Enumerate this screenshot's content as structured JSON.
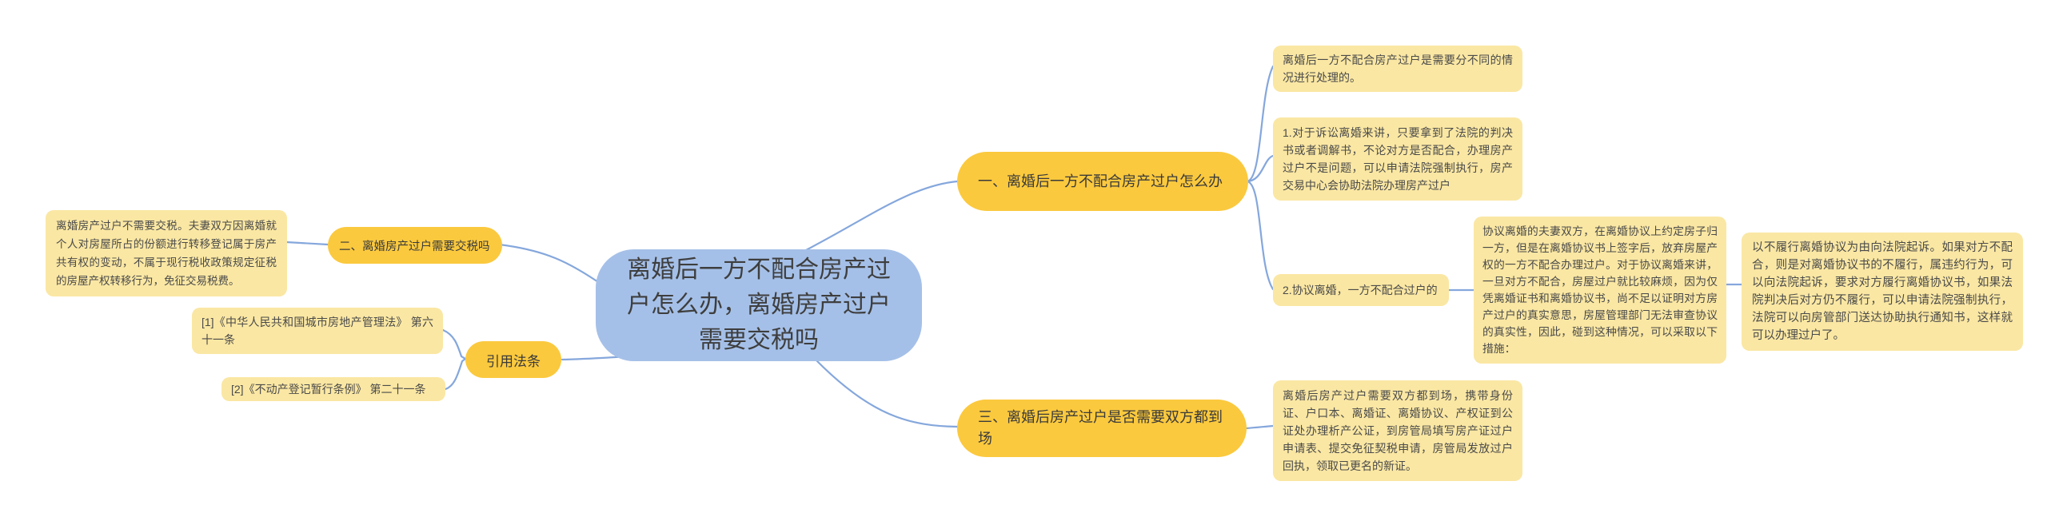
{
  "diagram_type": "mindmap",
  "colors": {
    "topic_blue": "#A5C0E8",
    "branch_yellow": "#FBC93E",
    "detail_yellow": "#FAE7A3",
    "connector_blue": "#85A7DC",
    "text_dark": "#3e3e3e"
  },
  "nodes": {
    "central_topic": "离婚后一方不配合房产过户怎么办，离婚房产过户需要交税吗",
    "branch_tax": "二、离婚房产过户需要交税吗",
    "tax_detail": "离婚房产过户不需要交税。夫妻双方因离婚就个人对房屋所占的份额进行转移登记属于房产共有权的变动，不属于现行税收政策规定征税的房屋产权转移行为，免征交易税费。",
    "law_reference": "引用法条",
    "law_item_1": "[1]《中华人民共和国城市房地产管理法》 第六十一条",
    "law_item_2": "[2]《不动产登记暂行条例》 第二十一条",
    "branch_uncooperative": "一、离婚后一方不配合房产过户怎么办",
    "uncooperative_intro": "离婚后一方不配合房产过户是需要分不同的情况进行处理的。",
    "litigation_case": "1.对于诉讼离婚来讲，只要拿到了法院的判决书或者调解书，不论对方是否配合，办理房产过户不是问题，可以申请法院强制执行，房产交易中心会协助法院办理房产过户",
    "agreement_case": "2.协议离婚，一方不配合过户的",
    "agreement_detail": "协议离婚的夫妻双方，在离婚协议上约定房子归一方，但是在离婚协议书上签字后，放弃房屋产权的一方不配合办理过户。对于协议离婚来讲，一旦对方不配合，房屋过户就比较麻烦，因为仅凭离婚证书和离婚协议书，尚不足以证明对方房产过户的真实意思，房屋管理部门无法审查协议的真实性，因此，碰到这种情况，可以采取以下措施：",
    "sue_measure": "以不履行离婚协议为由向法院起诉。如果对方不配合，则是对离婚协议书的不履行，属违约行为，可以向法院起诉，要求对方履行离婚协议书，如果法院判决后对方仍不履行，可以申请法院强制执行，法院可以向房管部门送达协助执行通知书，这样就可以办理过户了。",
    "branch_presence": "三、离婚后房产过户是否需要双方都到场",
    "presence_detail": "离婚后房产过户需要双方都到场，携带身份证、户口本、离婚证、离婚协议、产权证到公证处办理析产公证，到房管局填写房产证过户申请表、提交免征契税申请，房管局发放过户回执，领取已更名的新证。"
  }
}
